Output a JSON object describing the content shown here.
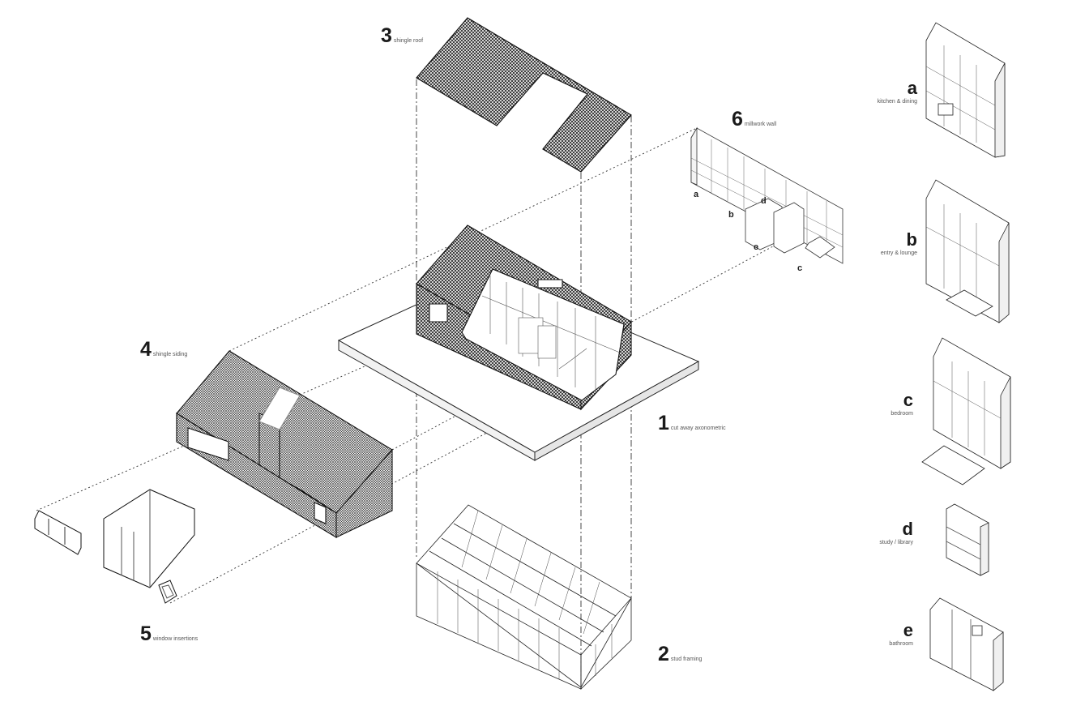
{
  "components": [
    {
      "number": "1",
      "caption": "cut away axonometric"
    },
    {
      "number": "2",
      "caption": "stud framing"
    },
    {
      "number": "3",
      "caption": "shingle roof"
    },
    {
      "number": "4",
      "caption": "shingle siding"
    },
    {
      "number": "5",
      "caption": "window insertions"
    },
    {
      "number": "6",
      "caption": "millwork wall"
    }
  ],
  "millwork_markers": [
    "a",
    "b",
    "c",
    "d",
    "e"
  ],
  "modules": [
    {
      "letter": "a",
      "caption": "kitchen & dining"
    },
    {
      "letter": "b",
      "caption": "entry & lounge"
    },
    {
      "letter": "c",
      "caption": "bedroom"
    },
    {
      "letter": "d",
      "caption": "study / library"
    },
    {
      "letter": "e",
      "caption": "bathroom"
    }
  ]
}
